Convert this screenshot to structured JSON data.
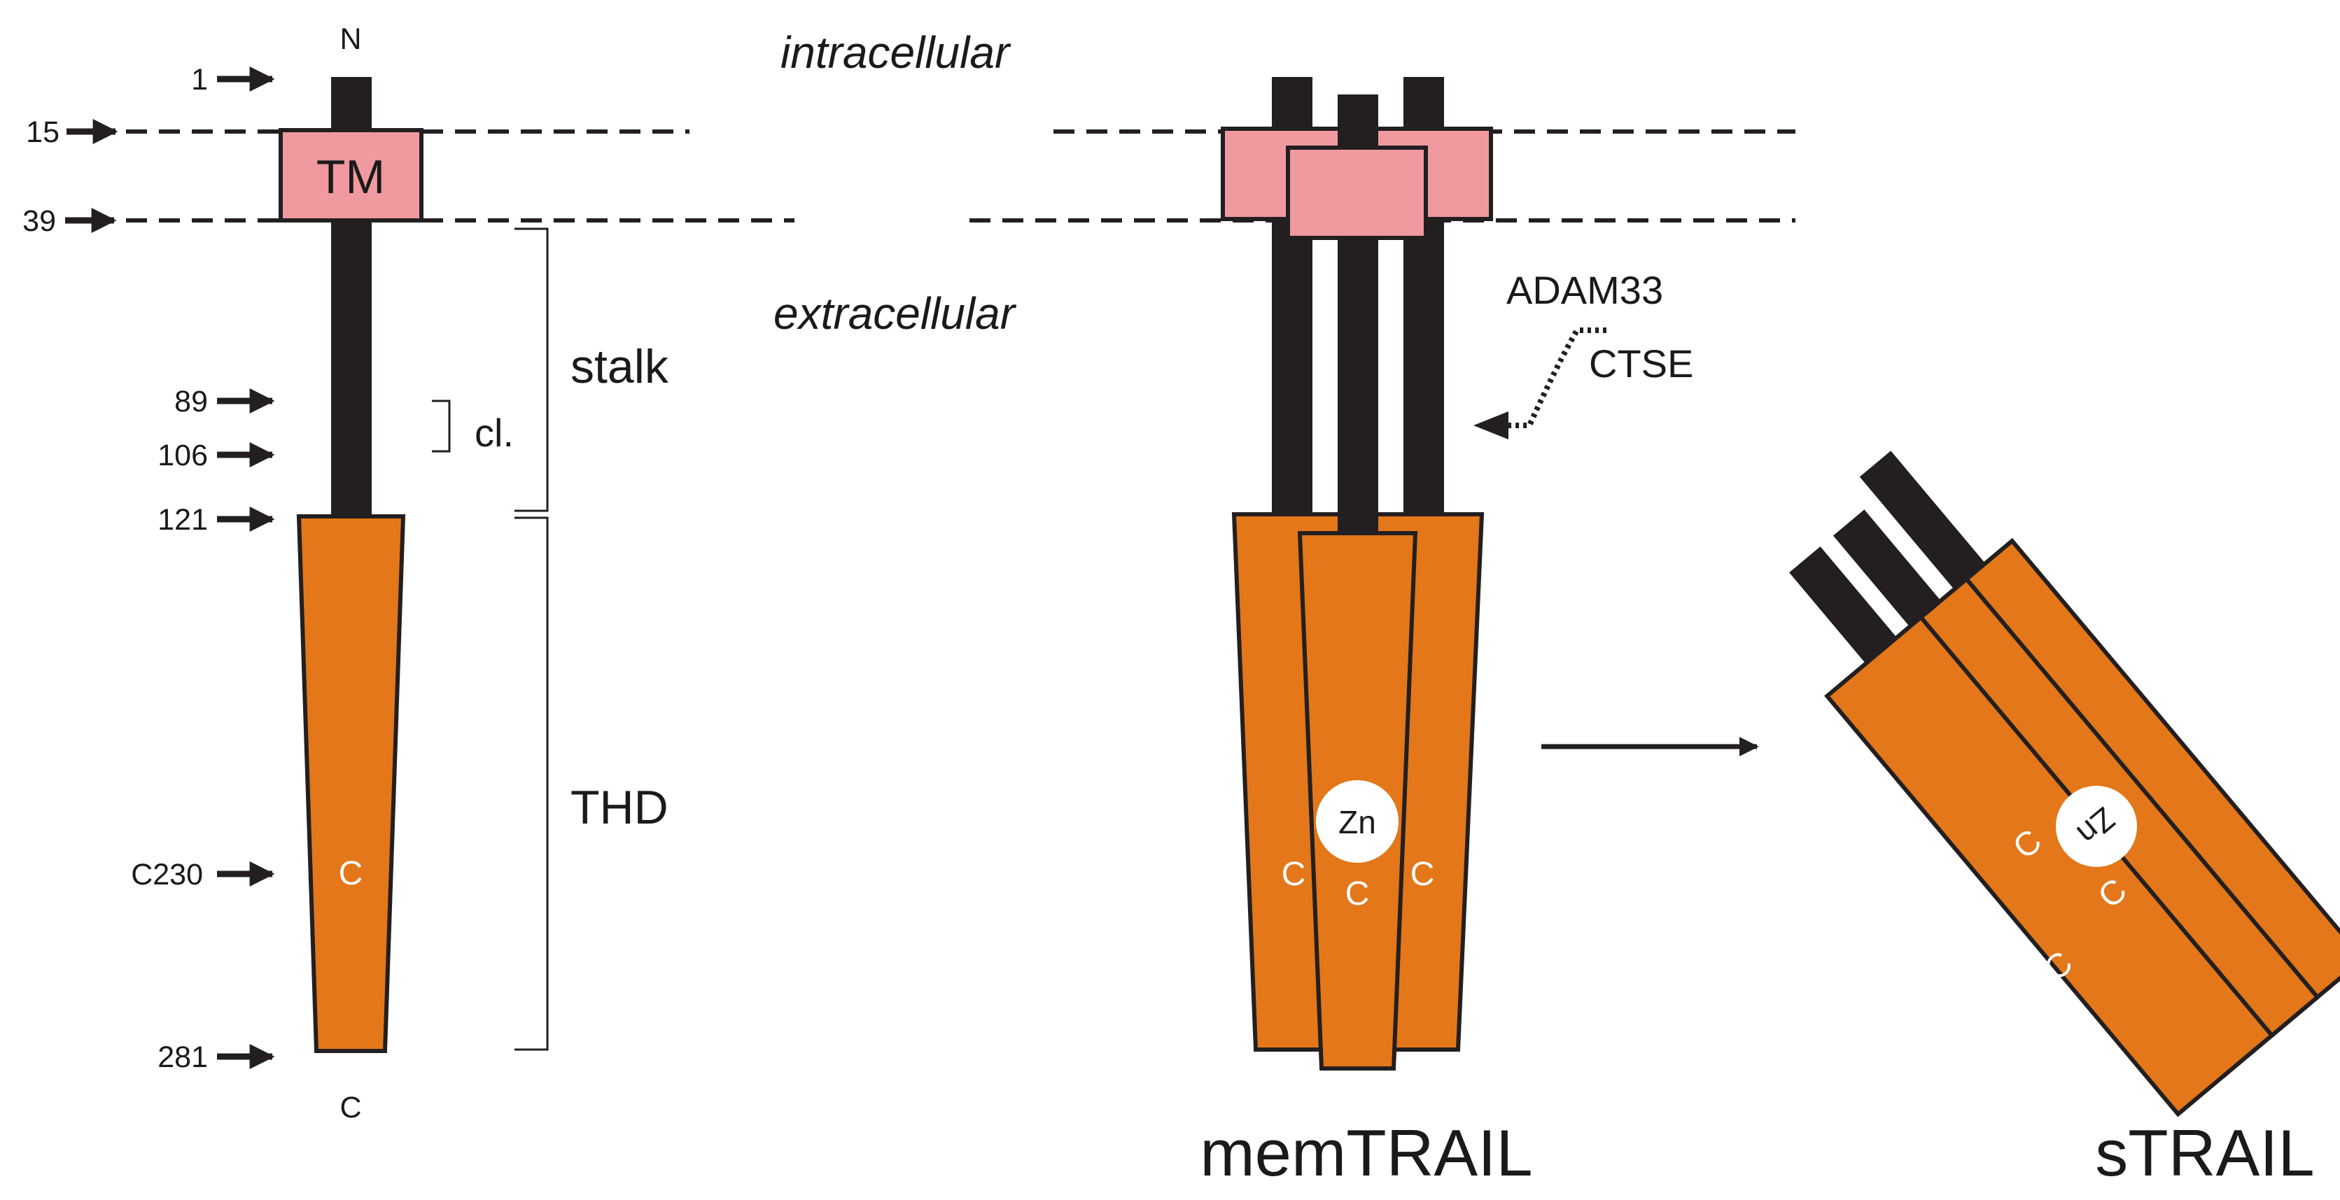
{
  "colors": {
    "background": "#ffffff",
    "stalk": "#231f20",
    "transmembrane": "#f09aa0",
    "thd": "#e37719",
    "outline": "#231f20",
    "zinc": "#ffffff"
  },
  "regions": {
    "intracellular": "intracellular",
    "extracellular": "extracellular"
  },
  "monomer": {
    "n_terminus": "N",
    "c_terminus": "C",
    "tm_label": "TM",
    "cysteine": "C",
    "residues": [
      "1",
      "15",
      "39",
      "89",
      "106",
      "121",
      "C230",
      "281"
    ],
    "domains": {
      "stalk": "stalk",
      "cleavage": "cl.",
      "thd": "THD"
    }
  },
  "proteases": [
    "ADAM33",
    "CTSE"
  ],
  "trimer": {
    "zinc": "Zn",
    "cysteine": "C"
  },
  "labels": {
    "membrane_form": "memTRAIL",
    "soluble_form": "sTRAIL"
  }
}
